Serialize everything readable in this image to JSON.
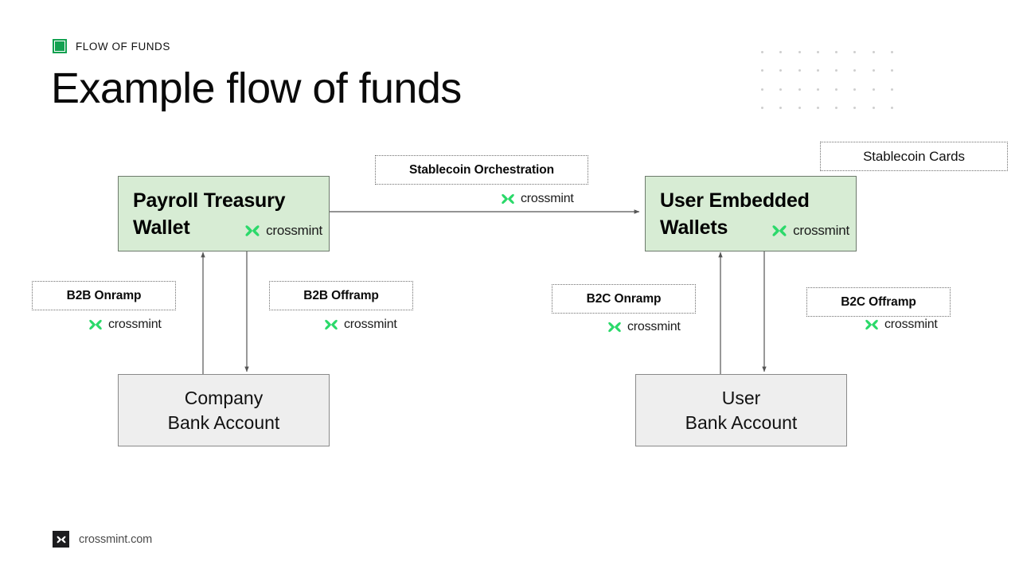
{
  "header": {
    "eyebrow": "FLOW OF FUNDS",
    "badge_icon": "green-square-icon",
    "title": "Example flow of funds"
  },
  "brand": {
    "name": "crossmint",
    "logo_icon": "crossmint-x-icon",
    "green": "#2bd96a",
    "accent_green": "#12a150"
  },
  "nodes": {
    "payroll_treasury_wallet": {
      "line1": "Payroll Treasury",
      "line2": "Wallet",
      "vendor": "crossmint",
      "fill": "#d7ecd4"
    },
    "user_embedded_wallets": {
      "line1": "User Embedded",
      "line2": "Wallets",
      "vendor": "crossmint",
      "fill": "#d7ecd4"
    },
    "company_bank_account": {
      "line1": "Company",
      "line2": "Bank Account",
      "fill": "#eeeeee"
    },
    "user_bank_account": {
      "line1": "User",
      "line2": "Bank Account",
      "fill": "#eeeeee"
    }
  },
  "chips": {
    "stablecoin_orchestration": {
      "label": "Stablecoin Orchestration",
      "vendor": "crossmint"
    },
    "stablecoin_cards": {
      "label": "Stablecoin Cards",
      "vendor": ""
    },
    "b2b_onramp": {
      "label": "B2B Onramp",
      "vendor": "crossmint"
    },
    "b2b_offramp": {
      "label": "B2B Offramp",
      "vendor": "crossmint"
    },
    "b2c_onramp": {
      "label": "B2C Onramp",
      "vendor": "crossmint"
    },
    "b2c_offramp": {
      "label": "B2C Offramp",
      "vendor": "crossmint"
    }
  },
  "footer": {
    "url": "crossmint.com",
    "badge_icon": "crossmint-x-dark-icon"
  }
}
